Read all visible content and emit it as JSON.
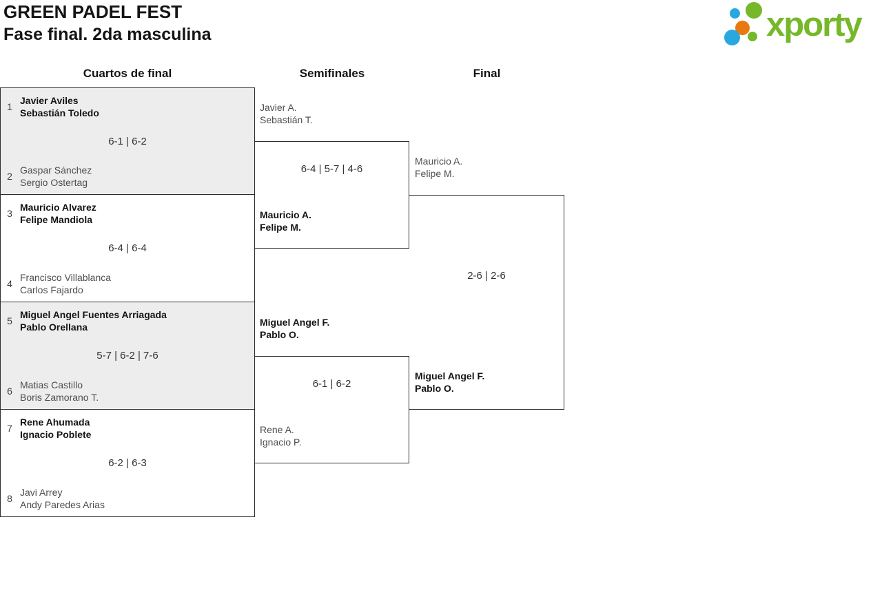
{
  "header": {
    "title": "GREEN PADEL FEST",
    "subtitle": "Fase final. 2da masculina"
  },
  "logo": {
    "brand": "xporty",
    "colors": {
      "green": "#76b82a",
      "blue": "#29a8e0",
      "orange": "#e8790f"
    }
  },
  "round_headers": {
    "quarterfinals": "Cuartos de final",
    "semifinals": "Semifinales",
    "final": "Final"
  },
  "quarterfinals": [
    {
      "seed_top": "1",
      "team_top": [
        "Javier Aviles",
        "Sebastián Toledo"
      ],
      "top_winner": true,
      "score": "6-1 | 6-2",
      "seed_bottom": "2",
      "team_bottom": [
        "Gaspar Sánchez",
        "Sergio Ostertag"
      ],
      "bottom_winner": false
    },
    {
      "seed_top": "3",
      "team_top": [
        "Mauricio Alvarez",
        "Felipe Mandiola"
      ],
      "top_winner": true,
      "score": "6-4 | 6-4",
      "seed_bottom": "4",
      "team_bottom": [
        "Francisco Villablanca",
        "Carlos Fajardo"
      ],
      "bottom_winner": false
    },
    {
      "seed_top": "5",
      "team_top": [
        "Miguel Angel Fuentes Arriagada",
        "Pablo Orellana"
      ],
      "top_winner": true,
      "score": "5-7 | 6-2 | 7-6",
      "seed_bottom": "6",
      "team_bottom": [
        "Matias Castillo",
        "Boris Zamorano T."
      ],
      "bottom_winner": false
    },
    {
      "seed_top": "7",
      "team_top": [
        "Rene Ahumada",
        "Ignacio Poblete"
      ],
      "top_winner": true,
      "score": "6-2 | 6-3",
      "seed_bottom": "8",
      "team_bottom": [
        "Javi Arrey",
        "Andy Paredes Arias"
      ],
      "bottom_winner": false
    }
  ],
  "semifinals": [
    {
      "team_top": [
        "Javier A.",
        "Sebastián T."
      ],
      "top_winner": false,
      "score": "6-4 | 5-7 | 4-6",
      "team_bottom": [
        "Mauricio A.",
        "Felipe M."
      ],
      "bottom_winner": true
    },
    {
      "team_top": [
        "Miguel Angel F.",
        "Pablo O."
      ],
      "top_winner": true,
      "score": "6-1 | 6-2",
      "team_bottom": [
        "Rene A.",
        "Ignacio P."
      ],
      "bottom_winner": false
    }
  ],
  "final": {
    "team_top": [
      "Mauricio A.",
      "Felipe M."
    ],
    "top_winner": false,
    "score": "2-6 | 2-6",
    "team_bottom": [
      "Miguel Angel F.",
      "Pablo O."
    ],
    "bottom_winner": true
  }
}
